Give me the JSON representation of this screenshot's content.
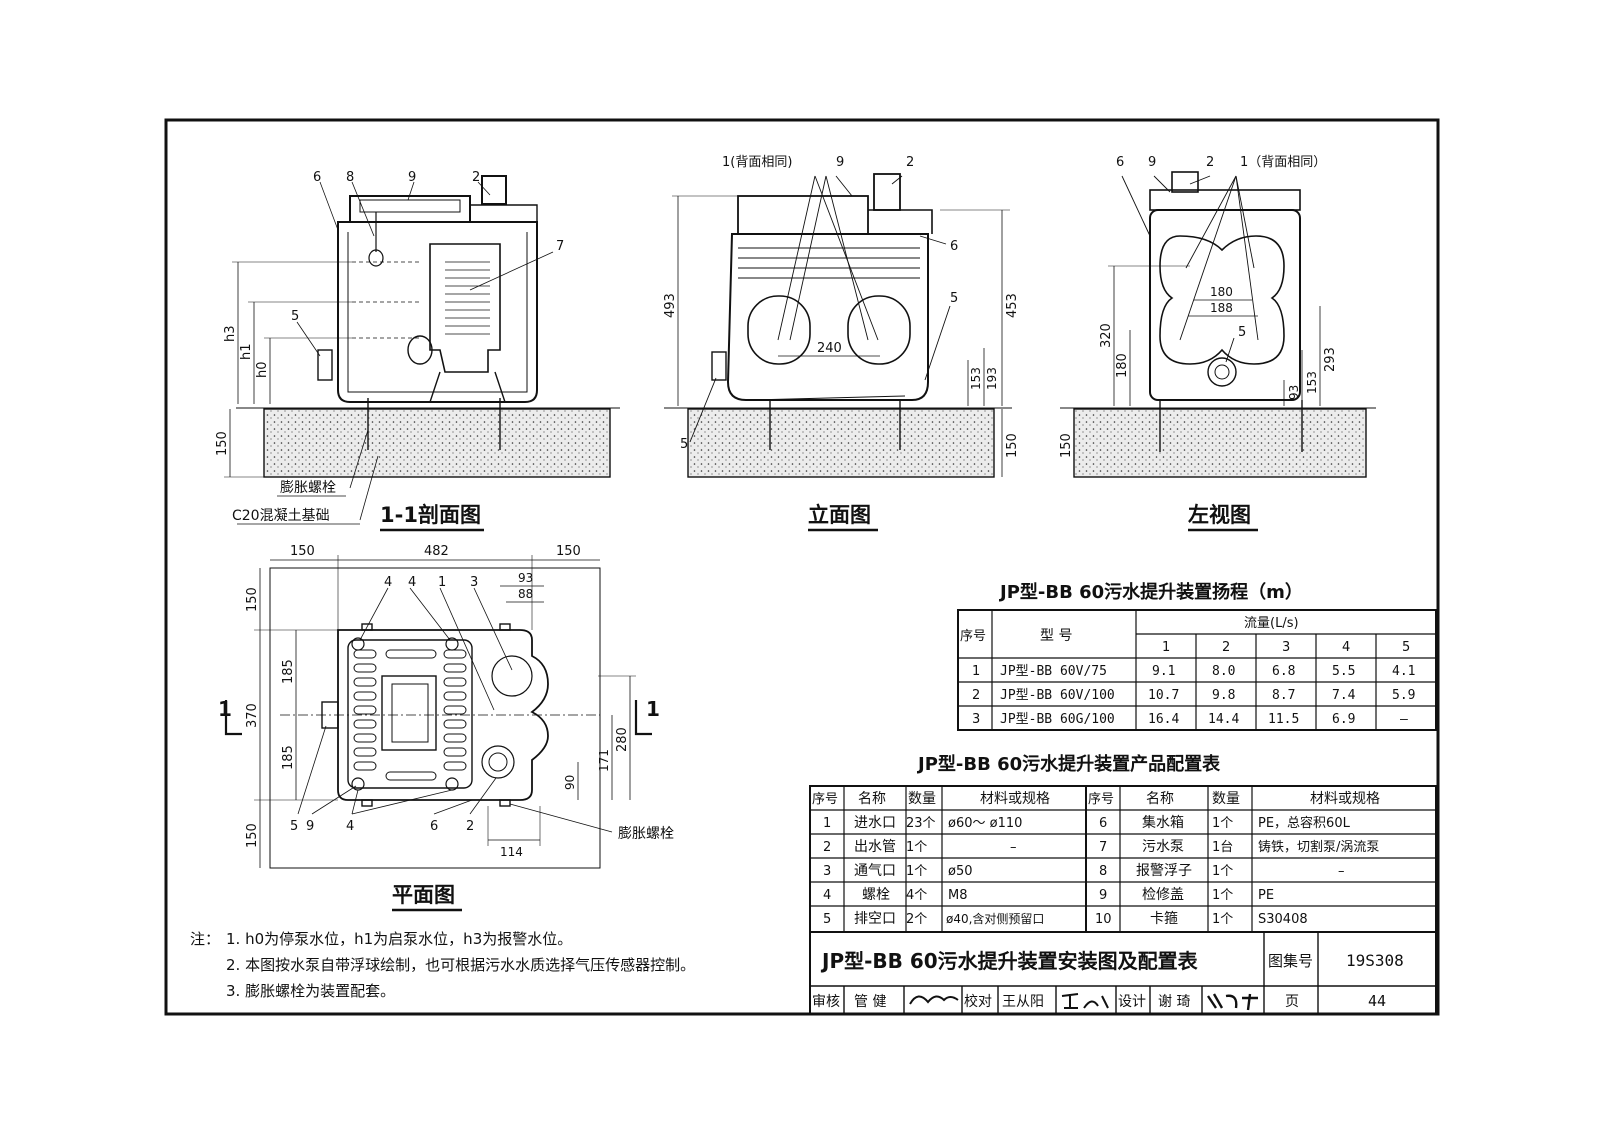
{
  "drawing": {
    "section": {
      "title": "1-1剖面图",
      "callouts": [
        "6",
        "8",
        "9",
        "2",
        "7",
        "5"
      ],
      "dims": [
        "h3",
        "h1",
        "h0",
        "150"
      ],
      "bolt_label": "膨胀螺栓",
      "base_label": "C20混凝土基础"
    },
    "elevation": {
      "title": "立面图",
      "callouts": [
        "1(背面相同)",
        "9",
        "2",
        "6",
        "5",
        "5"
      ],
      "dims": [
        "493",
        "240",
        "453",
        "193",
        "153",
        "150"
      ]
    },
    "left_view": {
      "title": "左视图",
      "callouts": [
        "6",
        "9",
        "2",
        "1（背面相同）",
        "5"
      ],
      "dims": [
        "320",
        "180",
        "180",
        "188",
        "293",
        "153",
        "93",
        "150"
      ]
    },
    "plan": {
      "title": "平面图",
      "callouts_top": [
        "4",
        "4",
        "1",
        "3"
      ],
      "callouts_bottom": [
        "5",
        "9",
        "4",
        "6",
        "2"
      ],
      "dims": [
        "150",
        "482",
        "150",
        "93",
        "88",
        "150",
        "185",
        "370",
        "185",
        "150",
        "280",
        "171",
        "90",
        "114"
      ],
      "section_mark": "1",
      "bolt_label": "膨胀螺栓"
    }
  },
  "head_table": {
    "title": "JP型-BB 60污水提升装置扬程（m）",
    "col_seq": "序号",
    "col_model": "型 号",
    "col_flow": "流量(L/s)",
    "flows": [
      "1",
      "2",
      "3",
      "4",
      "5"
    ],
    "rows": [
      {
        "seq": "1",
        "model": "JP型-BB 60V/75",
        "values": [
          "9.1",
          "8.0",
          "6.8",
          "5.5",
          "4.1"
        ]
      },
      {
        "seq": "2",
        "model": "JP型-BB 60V/100",
        "values": [
          "10.7",
          "9.8",
          "8.7",
          "7.4",
          "5.9"
        ]
      },
      {
        "seq": "3",
        "model": "JP型-BB 60G/100",
        "values": [
          "16.4",
          "14.4",
          "11.5",
          "6.9",
          "–"
        ]
      }
    ]
  },
  "config_table": {
    "title": "JP型-BB 60污水提升装置产品配置表",
    "headers": [
      "序号",
      "名称",
      "数量",
      "材料或规格"
    ],
    "left": [
      {
        "seq": "1",
        "name": "进水口",
        "qty": "23个",
        "spec": "ø60～ ø110"
      },
      {
        "seq": "2",
        "name": "出水管",
        "qty": "1个",
        "spec": "–"
      },
      {
        "seq": "3",
        "name": "通气口",
        "qty": "1个",
        "spec": "ø50"
      },
      {
        "seq": "4",
        "name": "螺栓",
        "qty": "4个",
        "spec": "M8"
      },
      {
        "seq": "5",
        "name": "排空口",
        "qty": "2个",
        "spec": "ø40,含对侧预留口"
      }
    ],
    "right": [
      {
        "seq": "6",
        "name": "集水箱",
        "qty": "1个",
        "spec": "PE，总容积60L"
      },
      {
        "seq": "7",
        "name": "污水泵",
        "qty": "1台",
        "spec": "铸铁，切割泵/涡流泵"
      },
      {
        "seq": "8",
        "name": "报警浮子",
        "qty": "1个",
        "spec": "–"
      },
      {
        "seq": "9",
        "name": "检修盖",
        "qty": "1个",
        "spec": "PE"
      },
      {
        "seq": "10",
        "name": "卡箍",
        "qty": "1个",
        "spec": "S30408"
      }
    ]
  },
  "notes": {
    "prefix": "注：",
    "items": [
      "1. h0为停泵水位，h1为启泵水位，h3为报警水位。",
      "2. 本图按水泵自带浮球绘制，也可根据污水水质选择气压传感器控制。",
      "3. 膨胀螺栓为装置配套。"
    ]
  },
  "title_block": {
    "title": "JP型-BB 60污水提升装置安装图及配置表",
    "atlas_label": "图集号",
    "atlas_no": "19S308",
    "review_label": "审核",
    "reviewer": "管 健",
    "check_label": "校对",
    "checker": "王从阳",
    "design_label": "设计",
    "designer": "谢 琦",
    "page_label": "页",
    "page_no": "44"
  }
}
